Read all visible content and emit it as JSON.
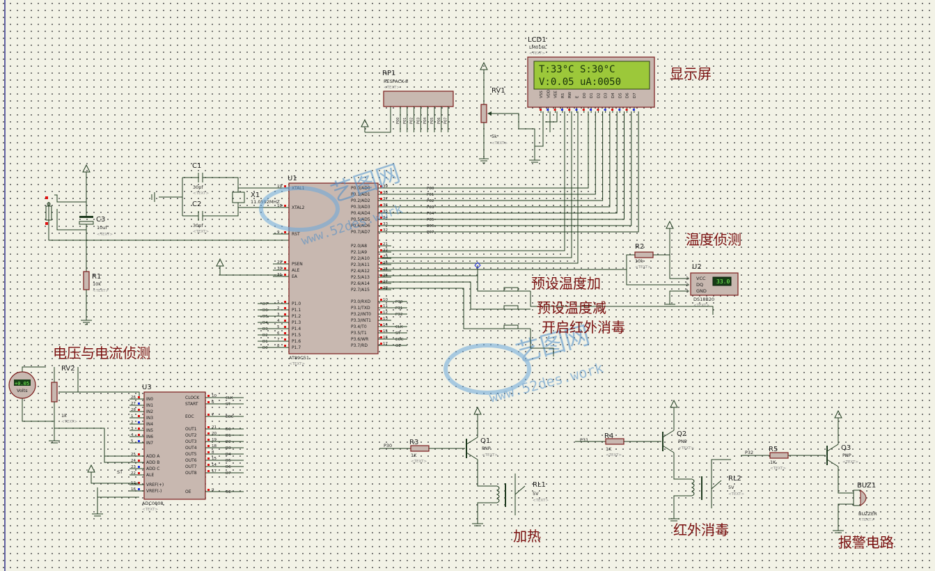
{
  "headings": {
    "display": "显示屏",
    "temp_detect": "温度侦测",
    "preset_inc": "预设温度加",
    "preset_dec": "预设温度减",
    "ir_on": "开启红外消毒",
    "volt_curr": "电压与电流侦测",
    "heating": "加热",
    "ir_disinfect": "红外消毒",
    "alarm": "报警电路"
  },
  "lcd": {
    "ref": "LCD1",
    "model": "LM016L",
    "text_tag": "<TEXT>",
    "line1": "T:33°C  S:30°C",
    "line2": "V:0.05 uA:0050",
    "pins": [
      "VSS",
      "VDD",
      "VEE",
      "RS",
      "RW",
      "E",
      "D0",
      "D1",
      "D2",
      "D3",
      "D4",
      "D5",
      "D6",
      "D7"
    ],
    "lcd_bg": "#9cc83a"
  },
  "rp1": {
    "ref": "RP1",
    "model": "RESPACK-8",
    "pins": [
      "P00",
      "P01",
      "P02",
      "P03",
      "P04",
      "P05",
      "P06",
      "P07"
    ]
  },
  "rv1": {
    "ref": "RV1",
    "value": "5k"
  },
  "c1": {
    "ref": "C1",
    "value": "30pf"
  },
  "c2": {
    "ref": "C2",
    "value": "30pf"
  },
  "x1": {
    "ref": "X1",
    "value": "11.0592MHZ"
  },
  "c3": {
    "ref": "C3",
    "value": "10uf"
  },
  "r1": {
    "ref": "R1",
    "value": "10k"
  },
  "r2": {
    "ref": "R2",
    "value": "10k"
  },
  "u1": {
    "ref": "U1",
    "model": "AT89C51",
    "left_pins": [
      {
        "n": "19",
        "name": "XTAL1"
      },
      {
        "n": "18",
        "name": "XTAL2"
      },
      {
        "n": "9",
        "name": "RST"
      },
      {
        "n": "29",
        "name": "PSEN"
      },
      {
        "n": "30",
        "name": "ALE"
      },
      {
        "n": "31",
        "name": "EA"
      },
      {
        "n": "1",
        "name": "P1.0"
      },
      {
        "n": "2",
        "name": "P1.1"
      },
      {
        "n": "3",
        "name": "P1.2"
      },
      {
        "n": "4",
        "name": "P1.3"
      },
      {
        "n": "5",
        "name": "P1.4"
      },
      {
        "n": "6",
        "name": "P1.5"
      },
      {
        "n": "7",
        "name": "P1.6"
      },
      {
        "n": "8",
        "name": "P1.7"
      }
    ],
    "p1_nets": [
      "D7",
      "D6",
      "D5",
      "D4",
      "D3",
      "D2",
      "D1",
      "D0"
    ],
    "p0": [
      {
        "n": "39",
        "name": "P0.0/AD0",
        "net": "P00"
      },
      {
        "n": "38",
        "name": "P0.1/AD1",
        "net": "P01"
      },
      {
        "n": "37",
        "name": "P0.2/AD2",
        "net": "P02"
      },
      {
        "n": "36",
        "name": "P0.3/AD3",
        "net": "P03"
      },
      {
        "n": "35",
        "name": "P0.4/AD4",
        "net": "P04"
      },
      {
        "n": "34",
        "name": "P0.5/AD5",
        "net": "P05"
      },
      {
        "n": "33",
        "name": "P0.6/AD6",
        "net": "P06"
      },
      {
        "n": "32",
        "name": "P0.7/AD7",
        "net": "P07"
      }
    ],
    "p2": [
      {
        "n": "21",
        "name": "P2.0/A8"
      },
      {
        "n": "22",
        "name": "P2.1/A9"
      },
      {
        "n": "23",
        "name": "P2.2/A10"
      },
      {
        "n": "24",
        "name": "P2.3/A11"
      },
      {
        "n": "25",
        "name": "P2.4/A12"
      },
      {
        "n": "26",
        "name": "P2.5/A13"
      },
      {
        "n": "27",
        "name": "P2.6/A14"
      },
      {
        "n": "28",
        "name": "P2.7/A15"
      }
    ],
    "p3": [
      {
        "n": "10",
        "name": "P3.0/RXD",
        "net": "P30"
      },
      {
        "n": "11",
        "name": "P3.1/TXD",
        "net": "P31"
      },
      {
        "n": "12",
        "name": "P3.2/INT0",
        "net": "P32"
      },
      {
        "n": "13",
        "name": "P3.3/INT1",
        "net": ""
      },
      {
        "n": "14",
        "name": "P3.4/T0",
        "net": "CLK"
      },
      {
        "n": "15",
        "name": "P3.5/T1",
        "net": "ST"
      },
      {
        "n": "16",
        "name": "P3.6/WR",
        "net": "EOC"
      },
      {
        "n": "17",
        "name": "P3.7/RD",
        "net": "OE"
      }
    ]
  },
  "u2": {
    "ref": "U2",
    "model": "DS18B20",
    "pins": [
      "VCC",
      "DQ",
      "GND"
    ],
    "pin_nums": [
      "3",
      "2",
      "1"
    ],
    "reading": "33.0"
  },
  "u3": {
    "ref": "U3",
    "model": "ADC0808",
    "left": [
      {
        "n": "26",
        "name": "IN0"
      },
      {
        "n": "27",
        "name": "IN1"
      },
      {
        "n": "28",
        "name": "IN2"
      },
      {
        "n": "1",
        "name": "IN3"
      },
      {
        "n": "2",
        "name": "IN4"
      },
      {
        "n": "3",
        "name": "IN5"
      },
      {
        "n": "4",
        "name": "IN6"
      },
      {
        "n": "5",
        "name": "IN7"
      },
      {
        "n": "25",
        "name": "ADD A"
      },
      {
        "n": "24",
        "name": "ADD B"
      },
      {
        "n": "23",
        "name": "ADD C"
      },
      {
        "n": "22",
        "name": "ALE"
      },
      {
        "n": "12",
        "name": "VREF(+)"
      },
      {
        "n": "16",
        "name": "VREF(-)"
      }
    ],
    "right": [
      {
        "n": "10",
        "name": "CLOCK",
        "net": "CLK"
      },
      {
        "n": "6",
        "name": "START",
        "net": "ST"
      },
      {
        "n": "7",
        "name": "EOC",
        "net": "EOC"
      },
      {
        "n": "21",
        "name": "OUT1",
        "net": "D0"
      },
      {
        "n": "20",
        "name": "OUT2",
        "net": "D1"
      },
      {
        "n": "19",
        "name": "OUT3",
        "net": "D2"
      },
      {
        "n": "18",
        "name": "OUT4",
        "net": "D3"
      },
      {
        "n": "8",
        "name": "OUT5",
        "net": "D4"
      },
      {
        "n": "15",
        "name": "OUT6",
        "net": "D5"
      },
      {
        "n": "14",
        "name": "OUT7",
        "net": "D6"
      },
      {
        "n": "17",
        "name": "OUT8",
        "net": "D7"
      },
      {
        "n": "9",
        "name": "OE",
        "net": "OE"
      }
    ],
    "st_net": "ST"
  },
  "rv2": {
    "ref": "RV2",
    "value": "1k"
  },
  "voltmeter": {
    "reading": "+0.05",
    "unit": "Volts"
  },
  "q1": {
    "ref": "Q1",
    "type": "PNP",
    "base_net": "P30"
  },
  "q2": {
    "ref": "Q2",
    "type": "PNP",
    "base_net": "P31"
  },
  "q3": {
    "ref": "Q3",
    "type": "PNP",
    "base_net": "P32"
  },
  "r3": {
    "ref": "R3",
    "value": "1K"
  },
  "r4": {
    "ref": "R4",
    "value": "1K"
  },
  "r5": {
    "ref": "R5",
    "value": "1K"
  },
  "rl1": {
    "ref": "RL1",
    "value": "5V"
  },
  "rl2": {
    "ref": "RL2",
    "value": "5V"
  },
  "buz1": {
    "ref": "BUZ1",
    "model": "BUZZER"
  },
  "watermark": {
    "brand": "艺图网",
    "url": "www.52des.work"
  },
  "text_tag": "<TEXT>"
}
